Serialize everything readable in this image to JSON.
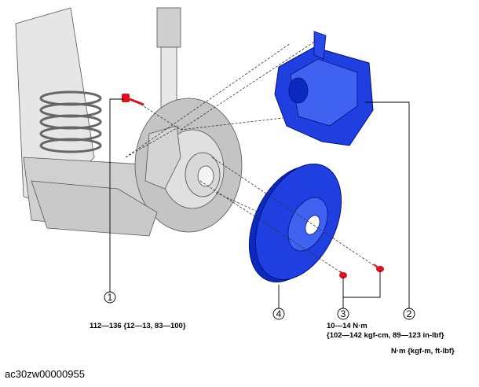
{
  "callouts": [
    {
      "num": "1",
      "spec": "112—136 {12—13, 83—100}"
    },
    {
      "num": "2"
    },
    {
      "num": "3",
      "spec_line1": "10—14 N·m",
      "spec_line2": "{102—142 kgf-cm, 89—123 in-lbf}"
    },
    {
      "num": "4"
    }
  ],
  "units_legend": "N·m {kgf-m, ft-lbf}",
  "figure_code": "ac30zw00000955",
  "colors": {
    "part_blue": "#1f3fe0",
    "bolt_red": "#e01020",
    "line": "#000000",
    "gray": "#bdbdbd"
  }
}
